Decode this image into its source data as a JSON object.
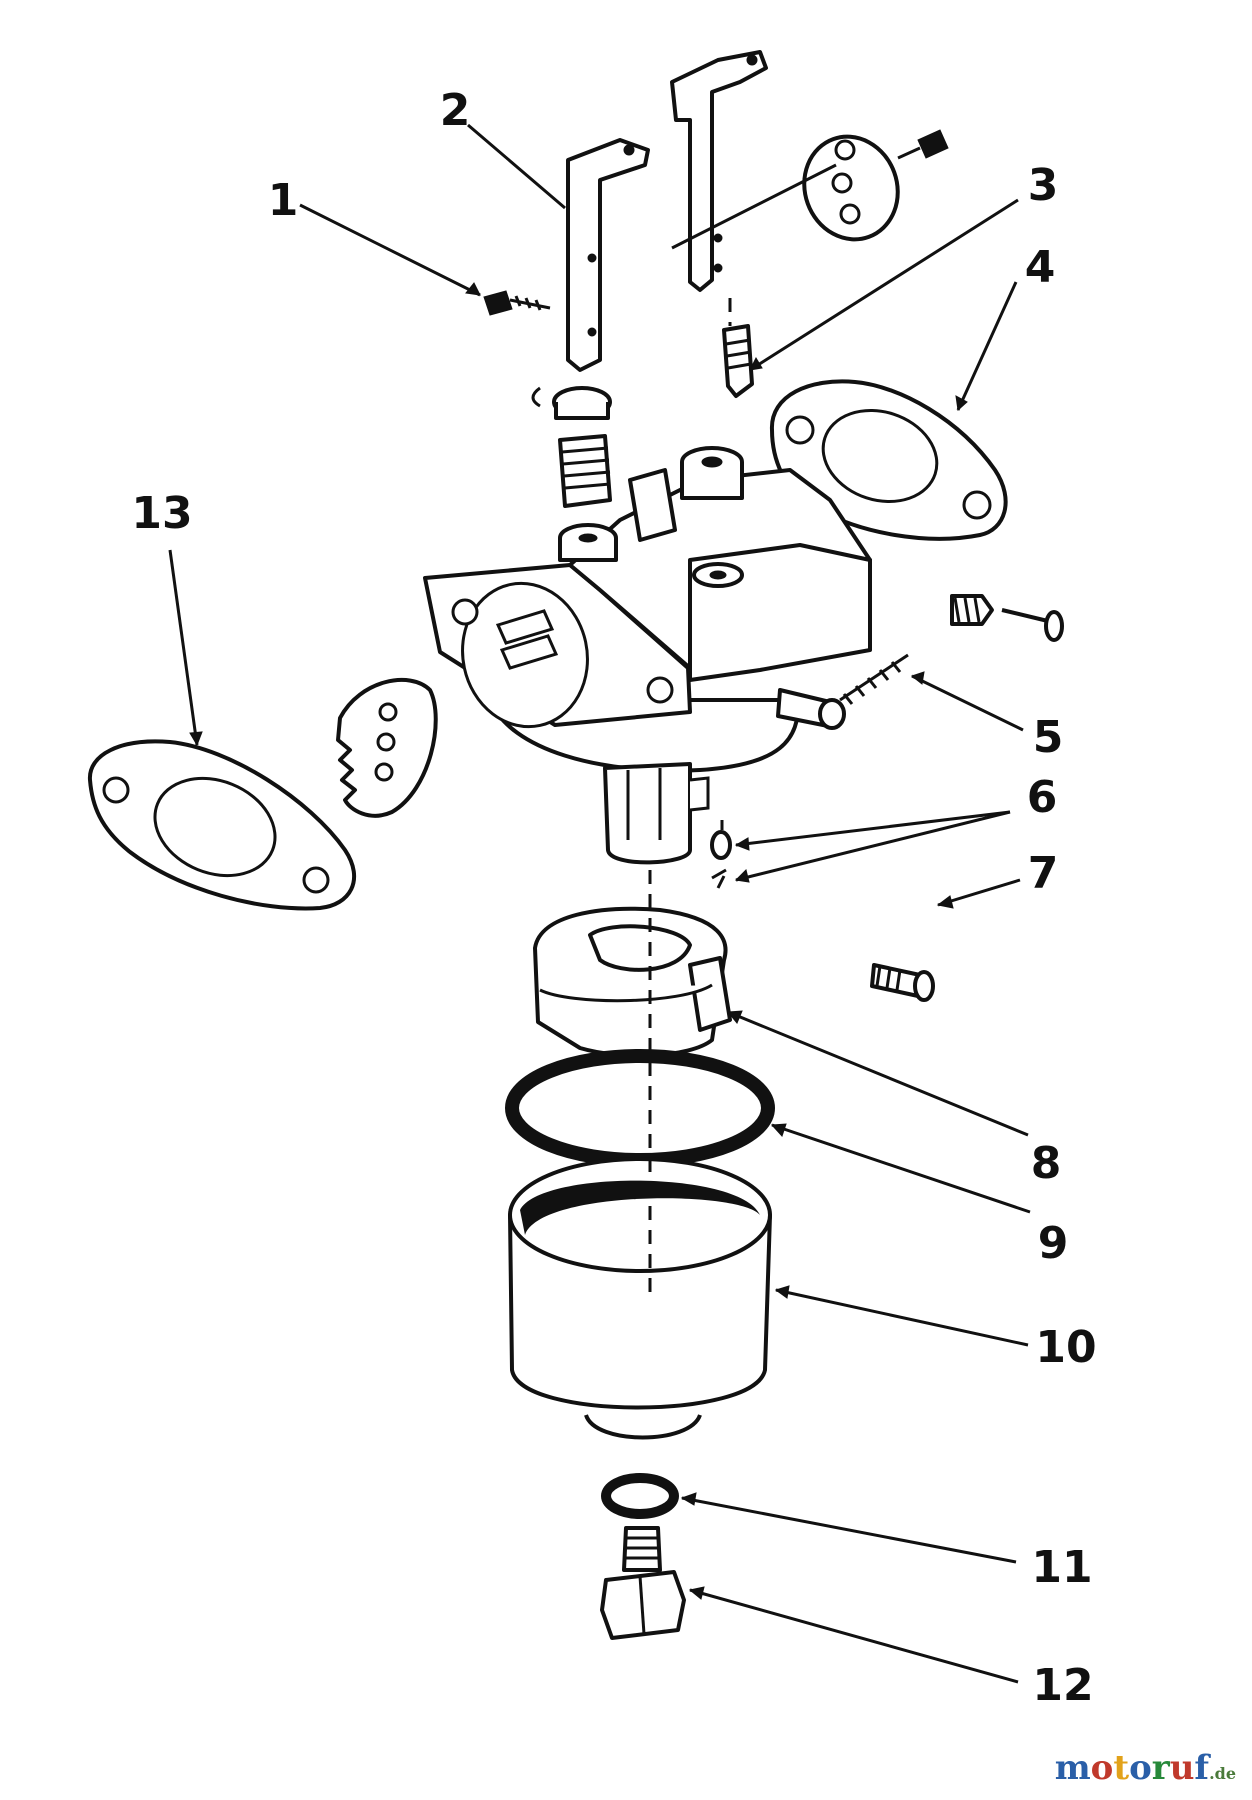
{
  "callouts": [
    {
      "id": "1",
      "label": "1"
    },
    {
      "id": "2",
      "label": "2"
    },
    {
      "id": "3",
      "label": "3"
    },
    {
      "id": "4",
      "label": "4"
    },
    {
      "id": "5",
      "label": "5"
    },
    {
      "id": "6",
      "label": "6"
    },
    {
      "id": "7",
      "label": "7"
    },
    {
      "id": "8",
      "label": "8"
    },
    {
      "id": "9",
      "label": "9"
    },
    {
      "id": "10",
      "label": "10"
    },
    {
      "id": "11",
      "label": "11"
    },
    {
      "id": "12",
      "label": "12"
    },
    {
      "id": "13",
      "label": "13"
    }
  ],
  "watermark": {
    "letters": [
      "m",
      "o",
      "t",
      "o",
      "r",
      "u",
      "f"
    ],
    "colors": [
      "#2a5fa8",
      "#c0392b",
      "#e2a21b",
      "#2a5fa8",
      "#27893a",
      "#c0392b",
      "#2a5fa8"
    ],
    "domain": ".de"
  }
}
